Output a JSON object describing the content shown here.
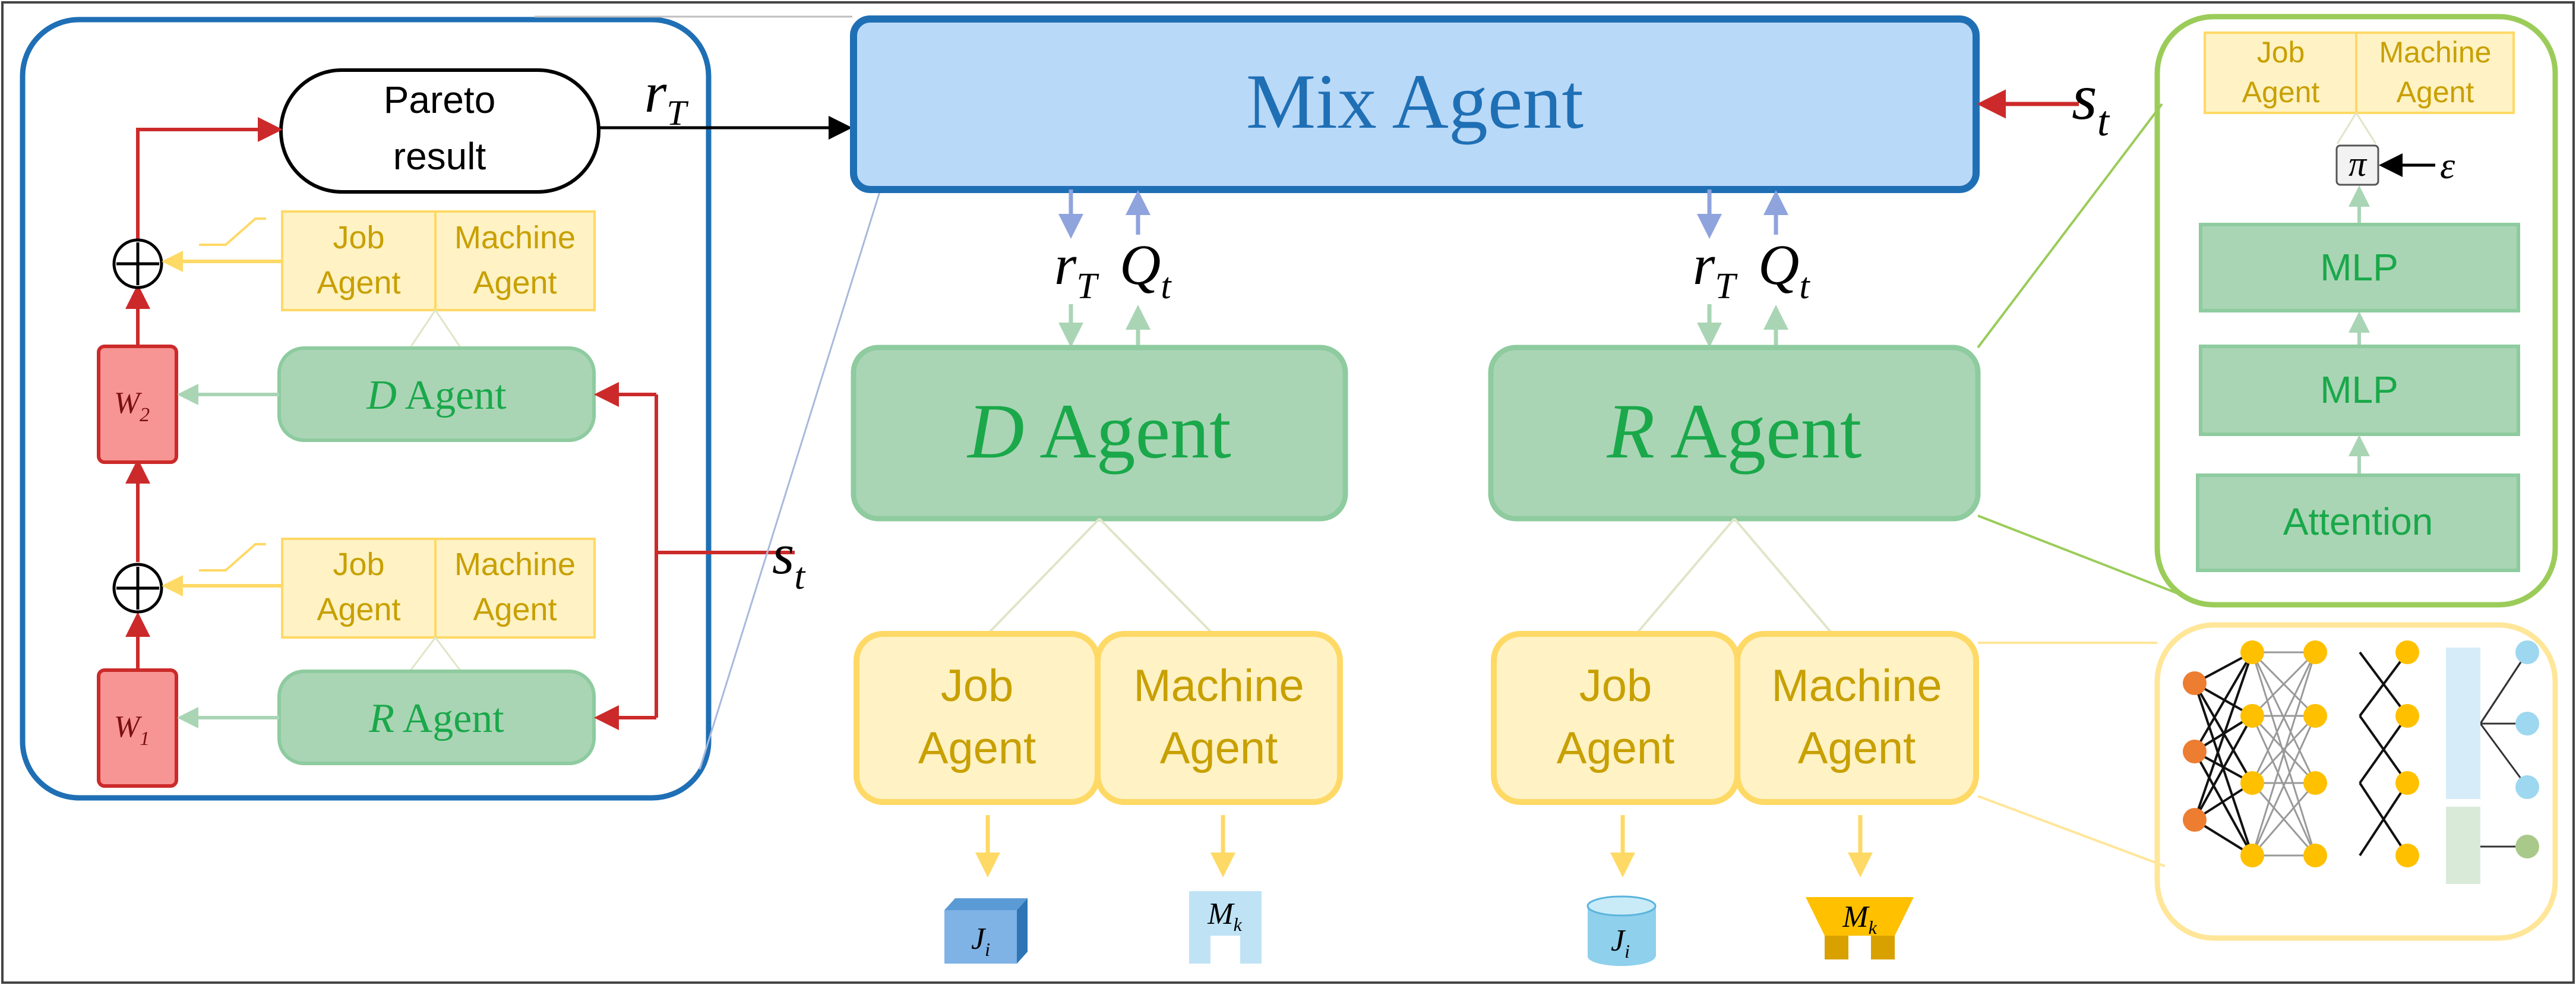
{
  "colors": {
    "blue_frame": "#1f6fb5",
    "mix_fill": "#b9d9f8",
    "mix_text": "#1f6fb5",
    "green_fill": "#a9d5b5",
    "green_stroke": "#8ecb9f",
    "green_text": "#1aa84a",
    "yellow_fill": "#fff2c4",
    "yellow_stroke": "#ffd966",
    "yellow_text": "#c8a000",
    "red": "#cc2a2a",
    "red_fill": "#f79494",
    "lavender": "#8fa3dd",
    "light_green_frame": "#9bcc5a",
    "orange_node": "#ed7d31",
    "gold_node": "#ffc000",
    "cyan_node": "#9dd7f0"
  },
  "mix_agent": {
    "label": "Mix Agent"
  },
  "signals": {
    "r_T": "r",
    "r_T_sub": "T",
    "Q_t": "Q",
    "Q_t_sub": "t",
    "s_t": "s",
    "s_t_sub": "t",
    "epsilon": "ε",
    "pi": "π"
  },
  "d_agent": {
    "letter": "D",
    "word": " Agent"
  },
  "r_agent": {
    "letter": "R",
    "word": " Agent"
  },
  "job_agent": {
    "line1": "Job",
    "line2": "Agent"
  },
  "machine_agent": {
    "line1": "Machine",
    "line2": "Agent"
  },
  "left_panel": {
    "pareto_line1": "Pareto",
    "pareto_line2": "result",
    "w1": "W",
    "w1_sub": "1",
    "w2": "W",
    "w2_sub": "2",
    "d_letter": "D",
    "r_letter": "R",
    "agent_word": " Agent",
    "plus": "+"
  },
  "right_panel": {
    "mlp": "MLP",
    "attention": "Attention"
  },
  "resources": {
    "job": "J",
    "job_sub": "i",
    "machine": "M",
    "machine_sub": "k"
  }
}
